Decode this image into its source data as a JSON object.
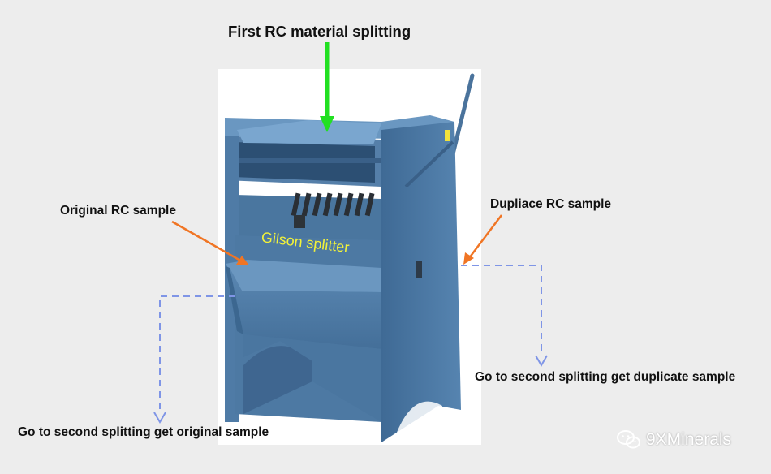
{
  "title": "First RC material splitting",
  "labels": {
    "original_sample": "Original RC sample",
    "duplicate_sample": "Dupliace RC sample",
    "equipment": "Gilson splitter",
    "go_duplicate": "Go to second splitting get duplicate sample",
    "go_original": "Go to second splitting get original sample"
  },
  "watermark": {
    "text": "9XMinerals",
    "icon": "wechat-icon"
  },
  "colors": {
    "background": "#ededed",
    "photo_background": "#ffffff",
    "machine": "#4f7ba6",
    "feed_arrow": "#22e022",
    "pointer_arrow": "#f07524",
    "flow_dashes": "#7f95e6",
    "equipment_label": "#f2f23a"
  }
}
